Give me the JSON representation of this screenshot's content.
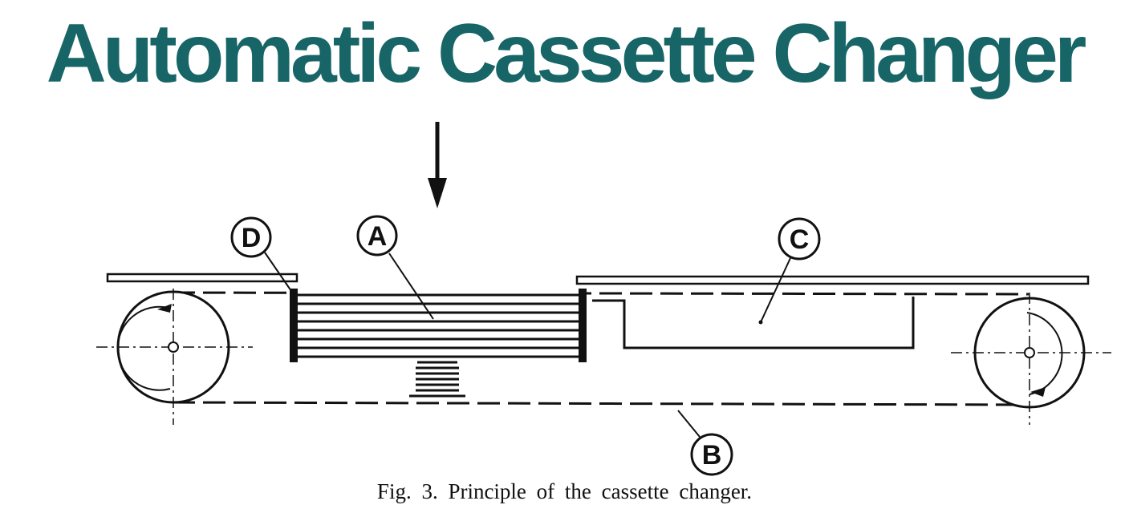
{
  "title": "Automatic Cassette Changer",
  "caption": "Fig. 3. Principle of the cassette changer.",
  "labels": {
    "a": "A",
    "b": "B",
    "c": "C",
    "d": "D"
  },
  "colors": {
    "title": "#176567",
    "ink": "#111111"
  }
}
